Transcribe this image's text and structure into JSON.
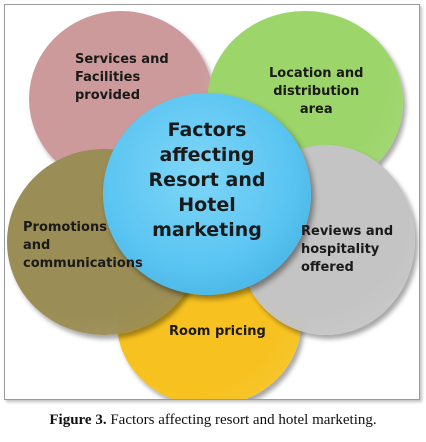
{
  "diagram": {
    "center": {
      "label": "Factors\naffecting\nResort and\nHotel\nmarketing",
      "color": "#5bc5f2"
    },
    "circles": [
      {
        "label": "Services and\nFacilities\nprovided",
        "color": "#cc9a9a"
      },
      {
        "label": "Location and\ndistribution\narea",
        "color": "#9cd56a"
      },
      {
        "label": "Reviews and\nhospitality\noffered",
        "color": "#c4c4c4"
      },
      {
        "label": "Room pricing",
        "color": "#f7c21f"
      },
      {
        "label": "Promotions\nand\ncommunications",
        "color": "#9a8d55"
      }
    ]
  },
  "caption": {
    "prefix": "Figure 3.",
    "text": "Factors affecting resort and hotel marketing."
  }
}
